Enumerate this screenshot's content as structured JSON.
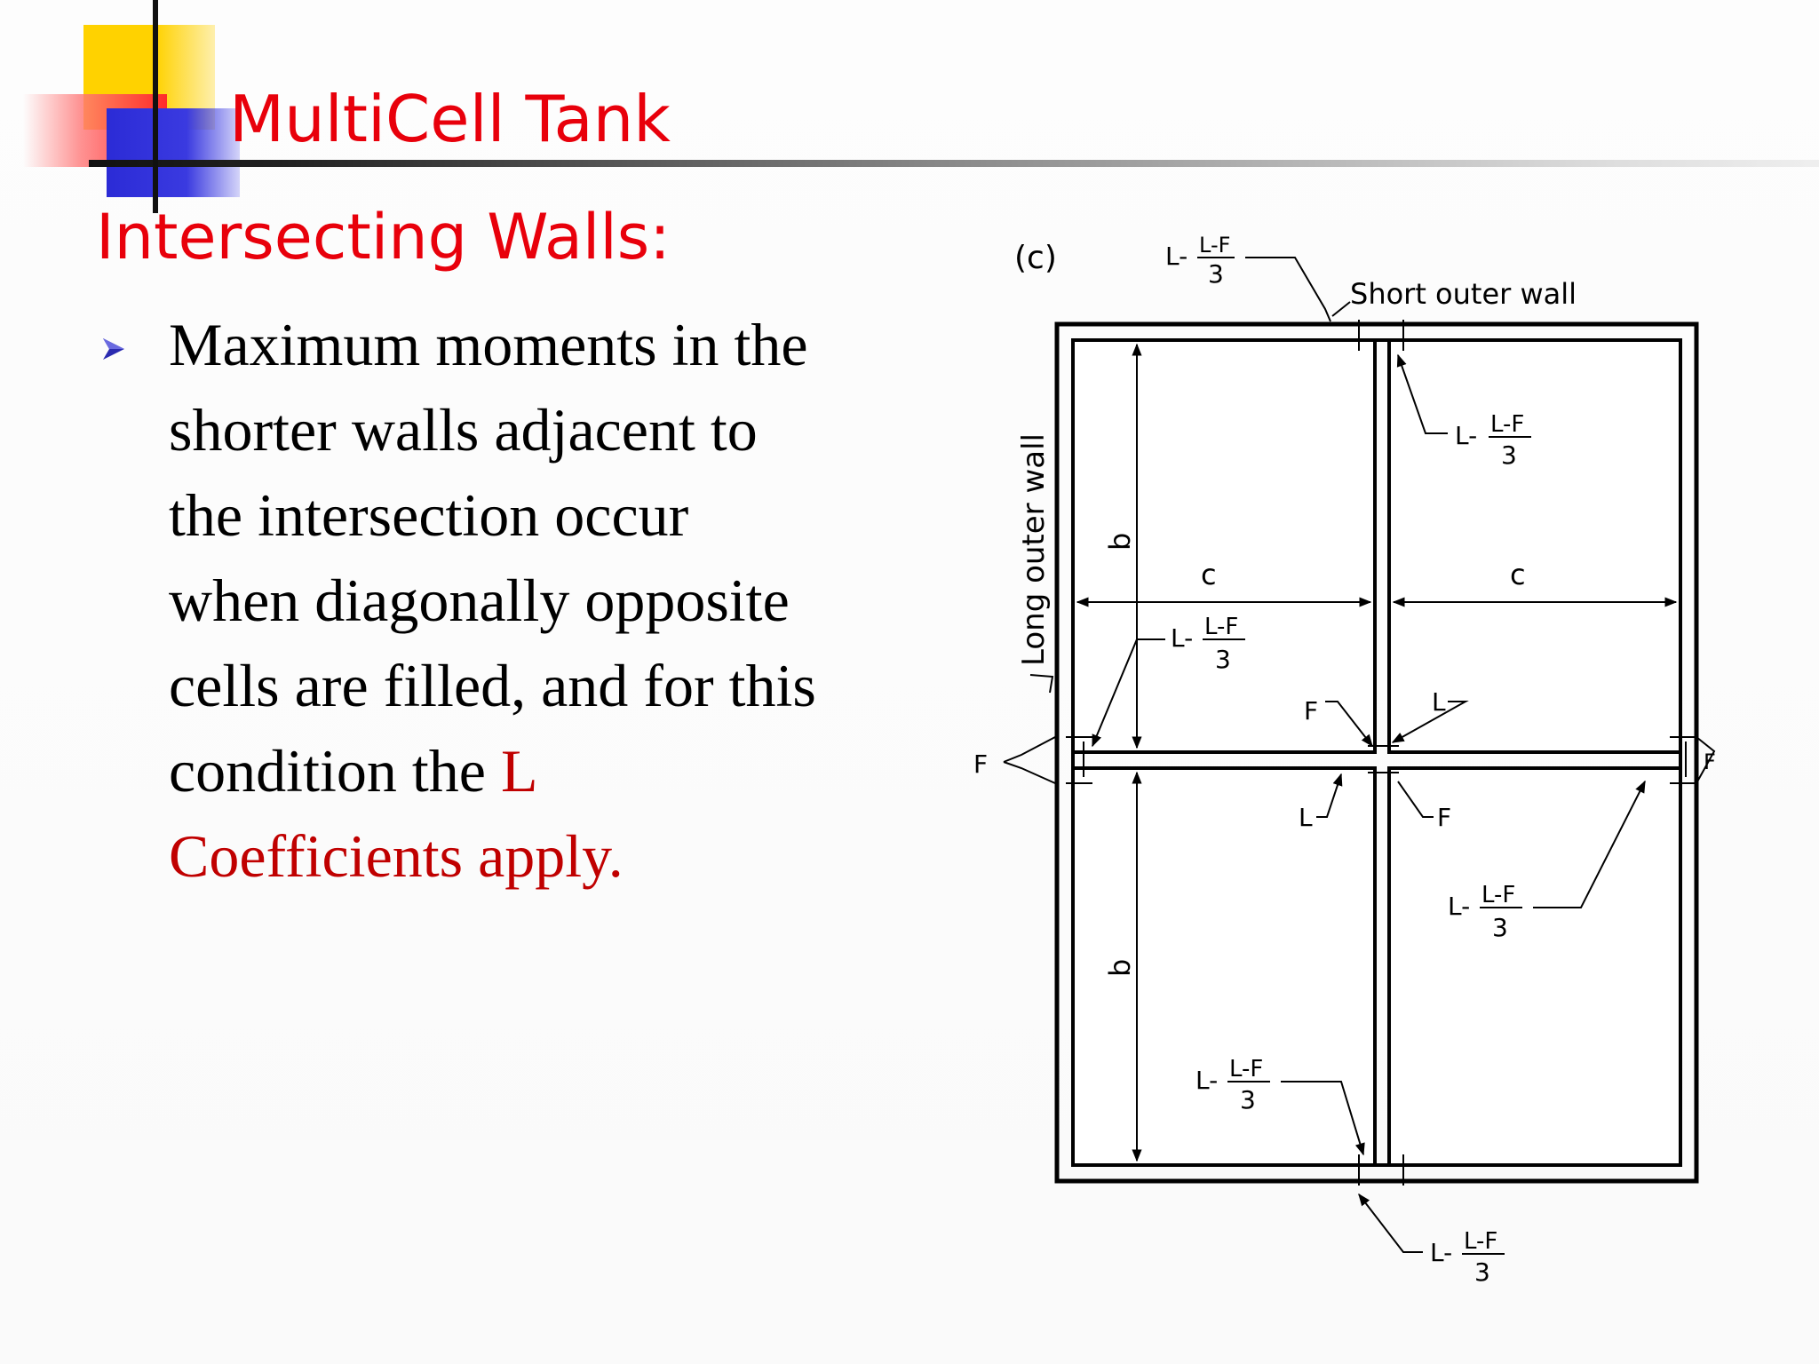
{
  "slide": {
    "title": "MultiCell Tank",
    "subtitle": "Intersecting Walls:",
    "bullet": {
      "icon": "arrowhead-bullet-icon",
      "text_lines": [
        "Maximum moments in the",
        "shorter walls adjacent to",
        "the intersection occur",
        "when diagonally opposite",
        "cells are filled, and for this"
      ],
      "last_line_plain": "condition the ",
      "highlight_1": "L",
      "highlight_2": "Coefficients apply."
    },
    "colors": {
      "title": "#e8000b",
      "highlight": "#c00000",
      "bullet": "#2a2ab0"
    }
  },
  "diagram": {
    "panel_label": "(c)",
    "short_wall_label": "Short outer wall",
    "long_wall_label": "Long outer wall",
    "dim_b": "b",
    "dim_c": "c",
    "frac_prefix": "L-",
    "frac_num": "L-F",
    "frac_den": "3",
    "label_F": "F",
    "label_L": "L"
  }
}
